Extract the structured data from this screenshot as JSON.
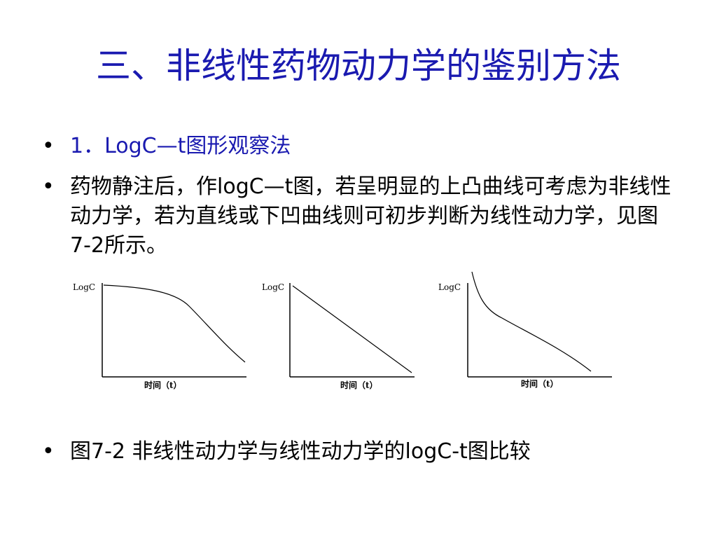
{
  "colors": {
    "title": "#1a1ab0",
    "accent": "#1a1ab0",
    "text": "#000000"
  },
  "title": "三、非线性药物动力学的鉴别方法",
  "bullets": [
    {
      "text": "1．LogC—t图形观察法"
    },
    {
      "text": "药物静注后，作logC—t图，若呈明显的上凸曲线可考虑为非线性动力学，若为直线或下凹曲线则可初步判断为线性动力学，见图7-2所示。"
    },
    {
      "text": "图7-2  非线性动力学与线性动力学的logC-t图比较"
    }
  ],
  "figure": {
    "panels": [
      {
        "ylabel": "LogC",
        "xlabel": "时间（t）",
        "shape": "convex"
      },
      {
        "ylabel": "LogC",
        "xlabel": "时间（t）",
        "shape": "linear"
      },
      {
        "ylabel": "LogC",
        "xlabel": "时间（t）",
        "shape": "concave"
      }
    ]
  }
}
